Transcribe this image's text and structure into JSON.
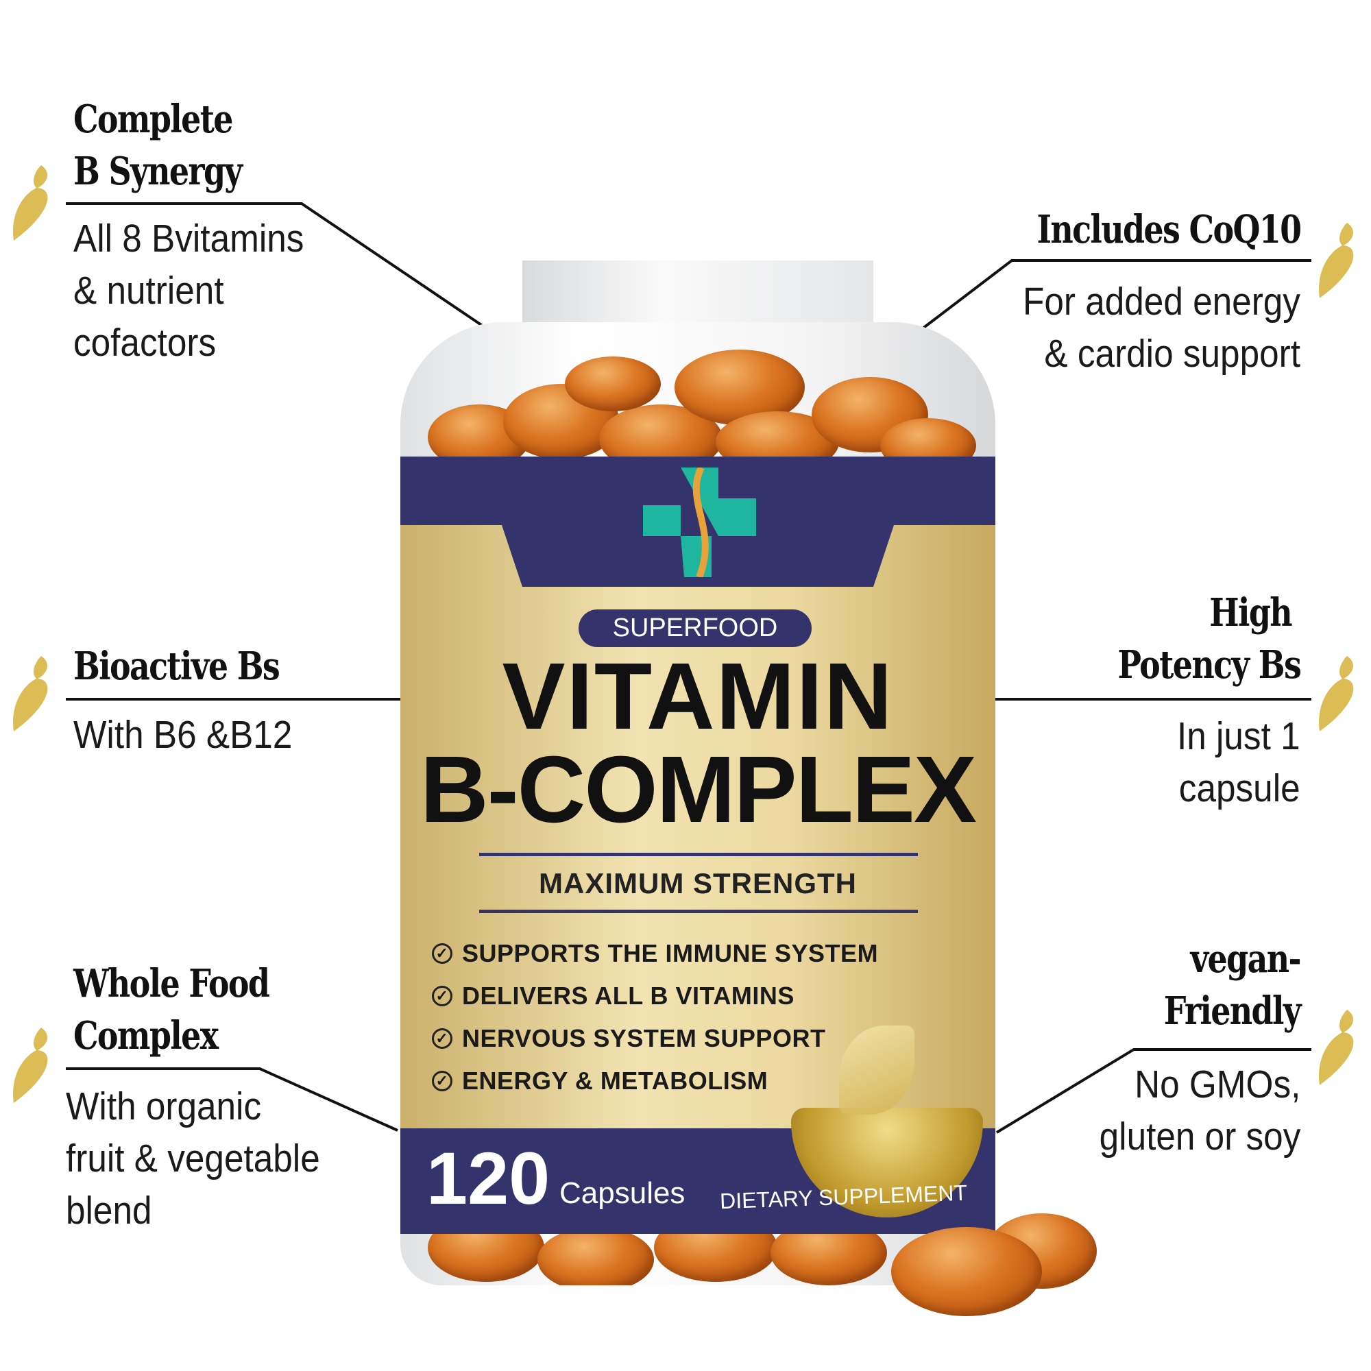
{
  "colors": {
    "navy": "#35336b",
    "gold": "#e3cf93",
    "leaf": "#dcbc55",
    "capsule": "#d9731f",
    "logo_teal": "#1fb6a0"
  },
  "callouts": {
    "complete": {
      "title": [
        "Complete",
        "B Synergy"
      ],
      "body": [
        "All 8 Bvitamins",
        "& nutrient",
        "cofactors"
      ]
    },
    "coq10": {
      "title": [
        "Includes CoQ10"
      ],
      "body": [
        "For added energy",
        "& cardio support"
      ]
    },
    "bioactive": {
      "title": [
        "Bioactive Bs"
      ],
      "body": [
        "With B6 &B12"
      ]
    },
    "potency": {
      "title": [
        "High",
        "Potency Bs"
      ],
      "body": [
        "In just 1",
        "capsule"
      ]
    },
    "wholefood": {
      "title": [
        "Whole Food",
        "Complex"
      ],
      "body": [
        "With organic",
        "fruit & vegetable",
        "blend"
      ]
    },
    "vegan": {
      "title": [
        "vegan-",
        "Friendly"
      ],
      "body": [
        "No GMOs,",
        "gluten or soy"
      ]
    }
  },
  "label": {
    "badge": "SUPERFOOD",
    "title_line1": "VITAMIN",
    "title_line2": "B-COMPLEX",
    "strength": "MAXIMUM STRENGTH",
    "benefits": [
      "SUPPORTS THE IMMUNE SYSTEM",
      "DELIVERS ALL B VITAMINS",
      "NERVOUS SYSTEM SUPPORT",
      "ENERGY & METABOLISM"
    ],
    "count": "120",
    "count_unit": "Capsules",
    "supplement": "DIETARY SUPPLEMENT"
  },
  "icons": {
    "leaf": "leaf-icon",
    "check": "check-circle-icon",
    "logo": "medical-cross-logo"
  }
}
